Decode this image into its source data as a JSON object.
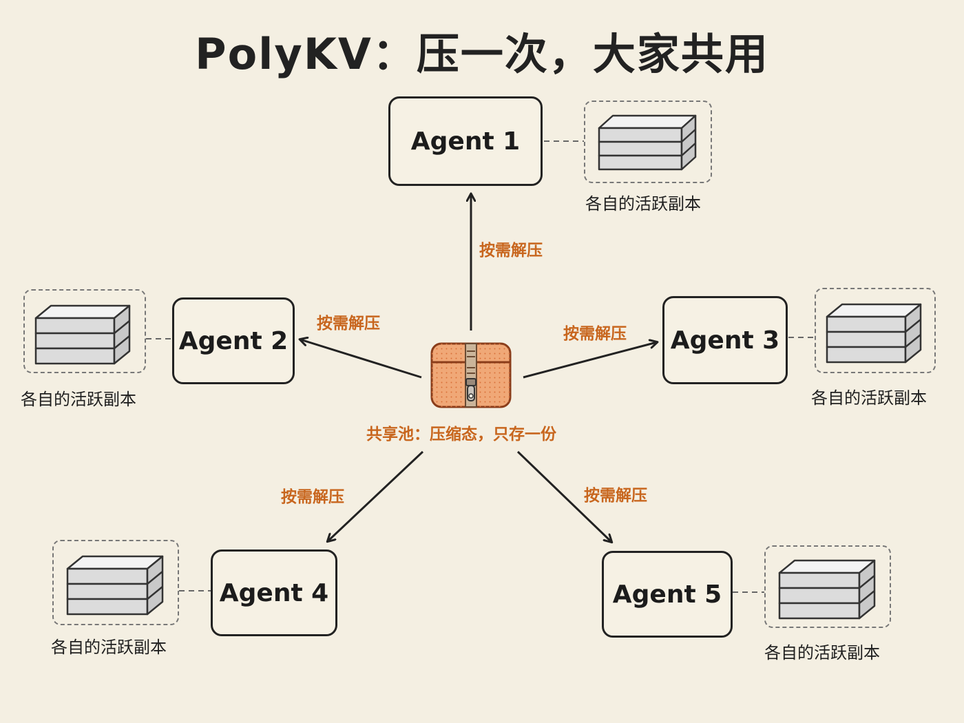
{
  "title": "PolyKV：压一次，大家共用",
  "center": {
    "label": "共享池：压缩态，只存一份",
    "icon": "zipped-box-icon"
  },
  "agents": [
    {
      "label": "Agent 1",
      "arrow_label": "按需解压",
      "copy_caption": "各自的活跃副本"
    },
    {
      "label": "Agent 2",
      "arrow_label": "按需解压",
      "copy_caption": "各自的活跃副本"
    },
    {
      "label": "Agent 3",
      "arrow_label": "按需解压",
      "copy_caption": "各自的活跃副本"
    },
    {
      "label": "Agent 4",
      "arrow_label": "按需解压",
      "copy_caption": "各自的活跃副本"
    },
    {
      "label": "Agent 5",
      "arrow_label": "按需解压",
      "copy_caption": "各自的活跃副本"
    }
  ],
  "colors": {
    "background": "#f4efe2",
    "accent": "#c8661e",
    "pool_fill": "#f0a877",
    "stroke": "#222222"
  }
}
